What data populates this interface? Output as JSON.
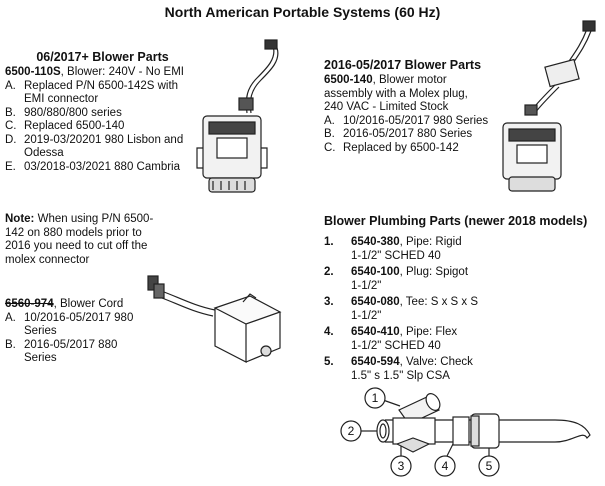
{
  "title": "North American Portable Systems (60 Hz)",
  "left_section": {
    "heading": "06/2017+ Blower Parts",
    "part_no": "6500-110S",
    "part_desc": ", Blower: 240V - No EMI",
    "items": [
      {
        "key": "A.",
        "text": "Replaced P/N 6500-142S with EMI connector"
      },
      {
        "key": "B.",
        "text": "980/880/800 series"
      },
      {
        "key": "C.",
        "text": "Replaced 6500-140"
      },
      {
        "key": "D.",
        "text": "2019-03/20201 980 Lisbon and Odessa"
      },
      {
        "key": "E.",
        "text": "03/2018-03/2021 880 Cambria"
      }
    ]
  },
  "note": {
    "label": "Note:",
    "text": " When using P/N 6500-142 on 880 models prior to 2016 you need to cut off the molex connector"
  },
  "cord_section": {
    "part_no": "6560-974",
    "part_desc": ", Blower Cord",
    "items": [
      {
        "key": "A.",
        "text": "10/2016-05/2017 980 Series"
      },
      {
        "key": "B.",
        "text": "2016-05/2017 880 Series"
      }
    ]
  },
  "right_section": {
    "heading": "2016-05/2017 Blower Parts",
    "part_no": "6500-140",
    "part_desc": ", Blower motor assembly with a Molex plug, 240 VAC - Limited Stock",
    "items": [
      {
        "key": "A.",
        "text": "10/2016-05/2017 980 Series"
      },
      {
        "key": "B.",
        "text": "2016-05/2017 880 Series"
      },
      {
        "key": "C.",
        "text": "Replaced by 6500-142"
      }
    ]
  },
  "plumbing": {
    "heading": "Blower Plumbing Parts (newer 2018 models)",
    "items": [
      {
        "key": "1.",
        "part": "6540-380",
        "desc": ", Pipe: Rigid",
        "sub": "1-1/2\" SCHED 40"
      },
      {
        "key": "2.",
        "part": "6540-100",
        "desc": ", Plug: Spigot",
        "sub": "1-1/2\""
      },
      {
        "key": "3.",
        "part": "6540-080",
        "desc": ", Tee: S x S x S",
        "sub": "1-1/2\""
      },
      {
        "key": "4.",
        "part": "6540-410",
        "desc": ", Pipe: Flex",
        "sub": "1-1/2\" SCHED 40"
      },
      {
        "key": "5.",
        "part": "6540-594",
        "desc": ", Valve: Check",
        "sub": "1.5\" s 1.5\" Slp CSA"
      }
    ],
    "callouts": [
      "1",
      "2",
      "3",
      "4",
      "5"
    ]
  }
}
